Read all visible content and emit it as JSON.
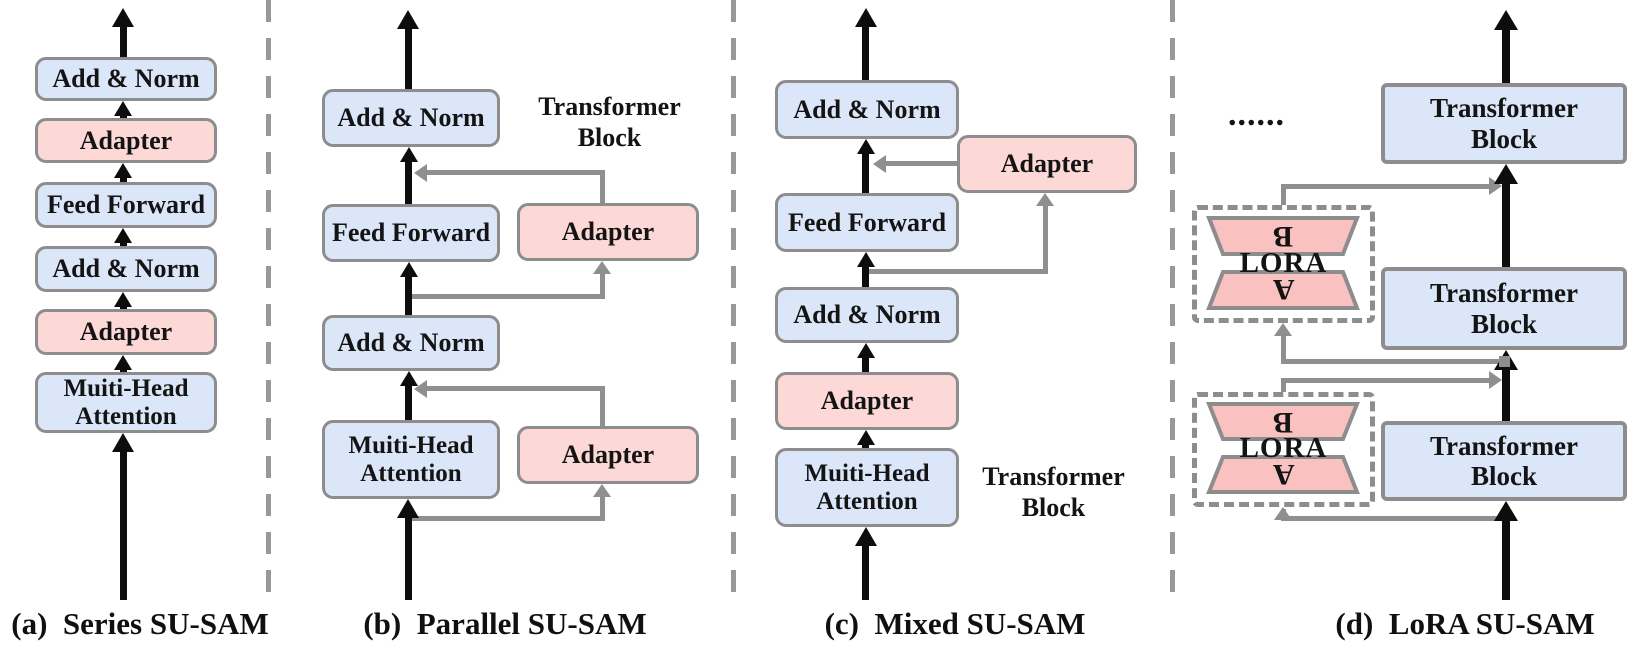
{
  "figure": {
    "description_labels": {
      "add_norm": "Add & Norm",
      "adapter": "Adapter",
      "feed_forward": "Feed Forward",
      "mha": "Muiti-Head\nAttention"
    }
  },
  "colors": {
    "blue_fill": "#dbe7f8",
    "pink_fill": "#fcd9d6",
    "lora_trapezoid_pink": "#f9c2c0",
    "box_border_gray": "#8d8d8d",
    "arrow_black": "#0d0d0d",
    "connector_gray": "#8f8f8f"
  },
  "panel_a": {
    "caption": "(a)  Series SU-SAM",
    "add_norm_top": "Add & Norm",
    "adapter_upper": "Adapter",
    "feed_forward": "Feed Forward",
    "add_norm_mid": "Add & Norm",
    "adapter_lower": "Adapter",
    "mha": "Muiti-Head\nAttention"
  },
  "panel_b": {
    "caption": "(b)  Parallel SU-SAM",
    "transformer_block_label": "Transformer\nBlock",
    "add_norm_top": "Add & Norm",
    "feed_forward": "Feed Forward",
    "adapter_upper": "Adapter",
    "add_norm_mid": "Add & Norm",
    "mha": "Muiti-Head\nAttention",
    "adapter_lower": "Adapter"
  },
  "panel_c": {
    "caption": "(c)  Mixed SU-SAM",
    "transformer_block_label": "Transformer\nBlock",
    "add_norm_top": "Add & Norm",
    "adapter_parallel": "Adapter",
    "feed_forward": "Feed Forward",
    "add_norm_mid": "Add & Norm",
    "adapter_series": "Adapter",
    "mha": "Muiti-Head\nAttention"
  },
  "panel_d": {
    "caption": "(d)  LoRA SU-SAM",
    "ellipsis": "......",
    "transformer_block_top": "Transformer\nBlock",
    "transformer_block_mid": "Transformer\nBlock",
    "transformer_block_bottom": "Transformer\nBlock",
    "lora_upper": {
      "b": "B",
      "label": "LORA",
      "a": "A"
    },
    "lora_lower": {
      "b": "B",
      "label": "LORA",
      "a": "A"
    }
  }
}
